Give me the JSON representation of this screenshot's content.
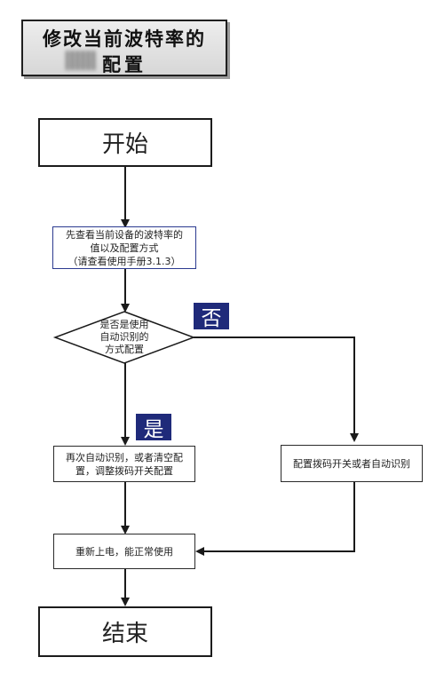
{
  "title": {
    "line1": "修改当前波特率的",
    "line2": "配置"
  },
  "nodes": {
    "start": "开始",
    "check_line1": "先查看当前设备的波特率的",
    "check_line2": "值以及配置方式",
    "check_line3": "（请查看使用手册3.1.3）",
    "decision_line1": "是否是使用",
    "decision_line2": "自动识别的",
    "decision_line3": "方式配置",
    "yes_action_line1": "再次自动识别，或者清空配",
    "yes_action_line2": "置，调整拨码开关配置",
    "no_action": "配置拨码开关或者自动识别",
    "reboot": "重新上电，能正常使用",
    "end": "结束"
  },
  "labels": {
    "no": "否",
    "yes": "是"
  }
}
